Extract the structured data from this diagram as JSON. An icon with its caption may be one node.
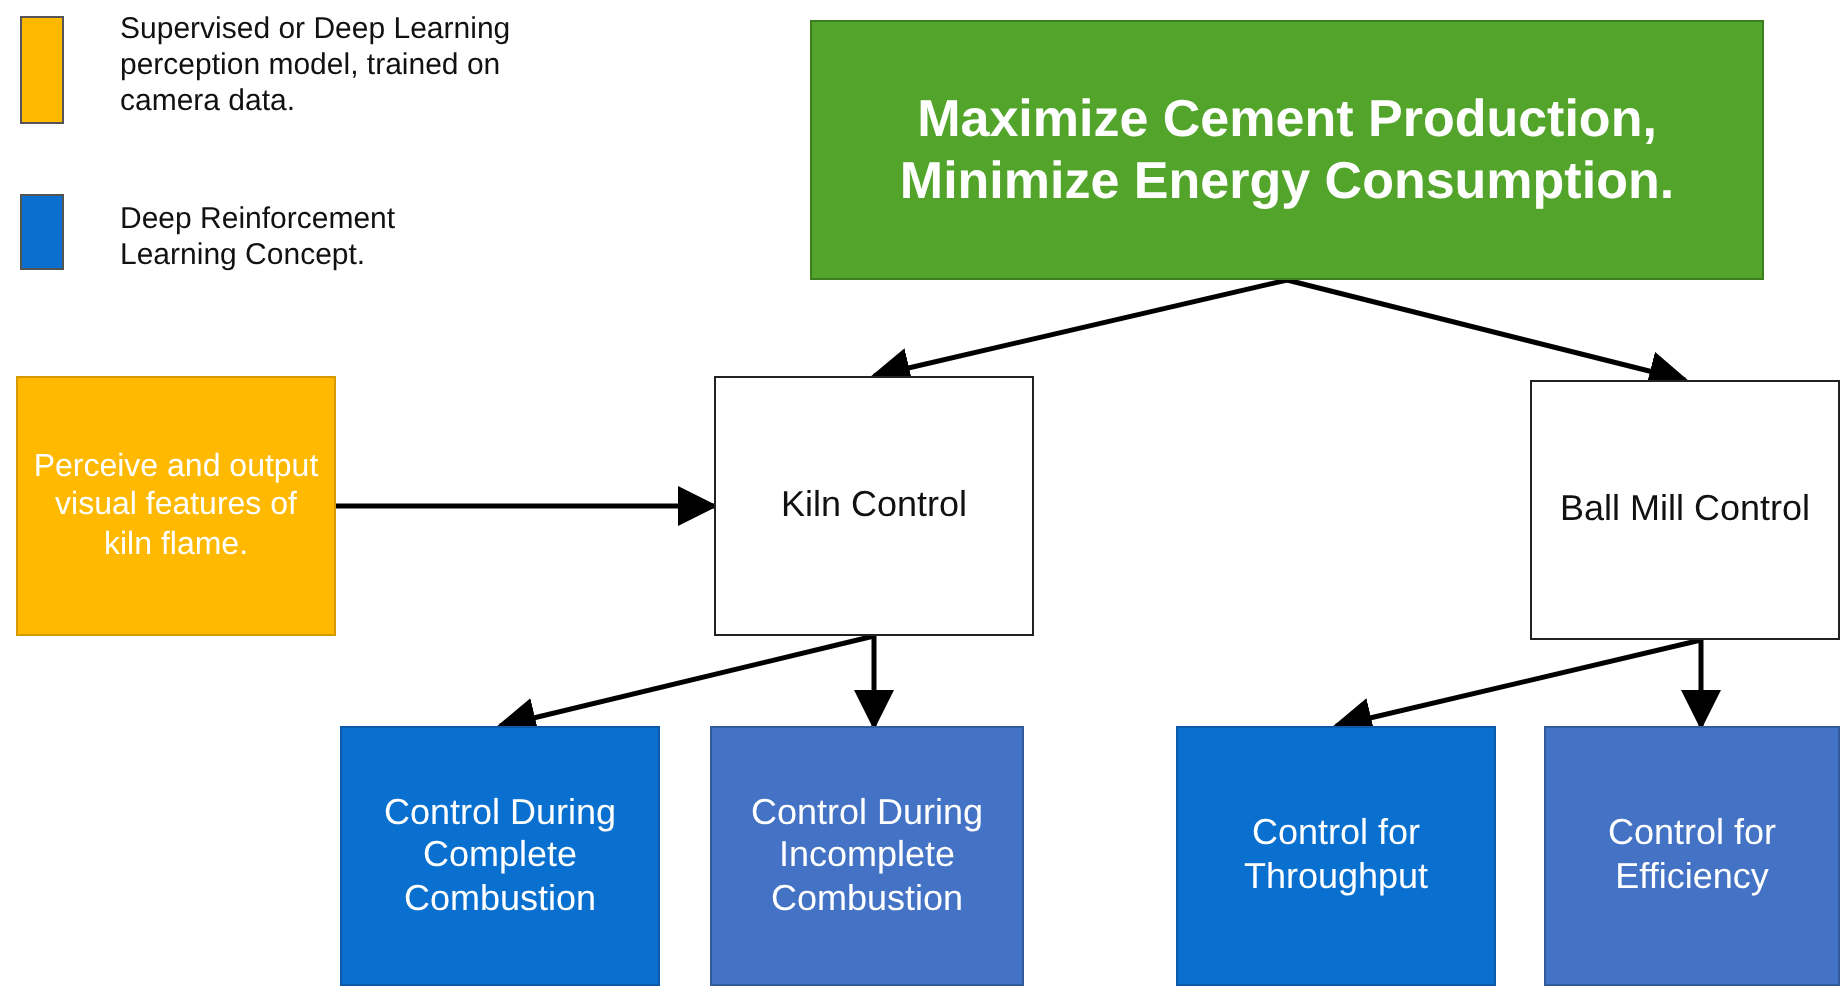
{
  "diagram": {
    "nodes": [
      {
        "text": [
          "Maximize Cement Production, Minimize Energy Consumption."
        ]
      },
      {
        "text": [
          "Perceive and output visual features of kiln flame."
        ]
      },
      {
        "text": [
          "Kiln Control"
        ]
      },
      {
        "text": [
          "Ball Mill Control"
        ]
      },
      {
        "text": [
          "Control During Complete Combustion"
        ]
      },
      {
        "text": [
          "Control During Incomplete Combustion"
        ]
      },
      {
        "text": [
          "Control for Throughput"
        ]
      },
      {
        "text": [
          "Control for Efficiency"
        ]
      }
    ],
    "edges": [
      {
        "from": 0,
        "to": 2,
        "arrow": "to"
      },
      {
        "from": 0,
        "to": 3,
        "arrow": "to"
      },
      {
        "from": 1,
        "to": 2,
        "arrow": "to"
      },
      {
        "from": 2,
        "to": 4,
        "arrow": "to"
      },
      {
        "from": 2,
        "to": 5,
        "arrow": "to"
      },
      {
        "from": 3,
        "to": 6,
        "arrow": "to"
      },
      {
        "from": 3,
        "to": 7,
        "arrow": "to"
      }
    ],
    "legend": [
      {
        "text": "Supervised or Deep Learning perception model, trained on camera data.",
        "color": "#ffb900"
      },
      {
        "text": "Deep Reinforcement Learning Concept.",
        "color": "#0a70d0"
      }
    ]
  }
}
